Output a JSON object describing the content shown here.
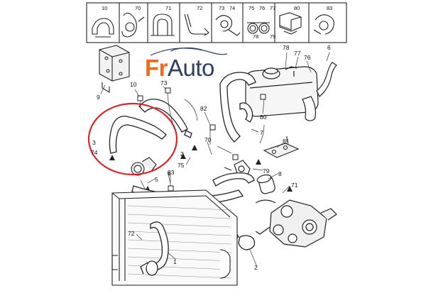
{
  "brand": {
    "prefix": "Fr",
    "suffix": "Auto",
    "prefix_color": "#ee6a1c",
    "suffix_color": "#2c3f63"
  },
  "highlight_color": "#d9262b",
  "clip_strip": [
    "10",
    "70",
    "71",
    "72",
    "73",
    "74",
    "75",
    "76",
    "77",
    "78",
    "79",
    "80",
    "83"
  ],
  "callouts": [
    "9",
    "10",
    "73",
    "78",
    "77",
    "76",
    "6",
    "80",
    "82",
    "7",
    "81",
    "70",
    "5",
    "79",
    "8",
    "71",
    "3",
    "74",
    "2",
    "4",
    "75",
    "83",
    "72",
    "1",
    "2"
  ]
}
